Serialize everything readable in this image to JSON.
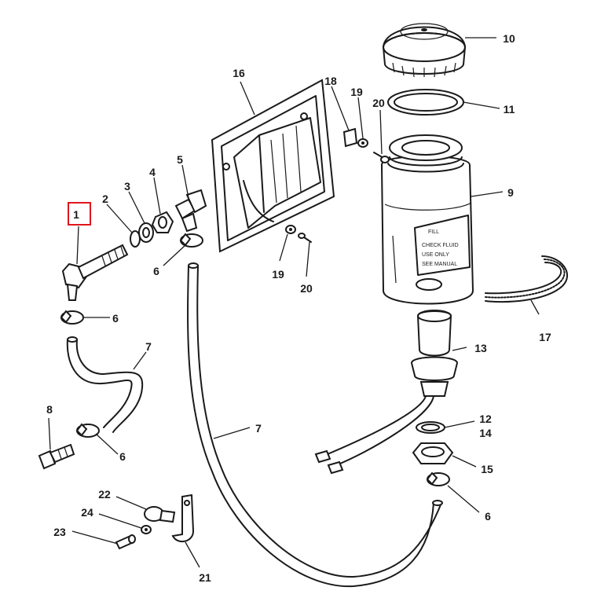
{
  "diagram": {
    "highlighted_callout": "1",
    "callouts": {
      "c1": "1",
      "c2": "2",
      "c3": "3",
      "c4": "4",
      "c5": "5",
      "c6a": "6",
      "c6b": "6",
      "c6c": "6",
      "c6d": "6",
      "c7a": "7",
      "c7b": "7",
      "c8": "8",
      "c9": "9",
      "c10": "10",
      "c11": "11",
      "c12": "12",
      "c13": "13",
      "c14": "14",
      "c15": "15",
      "c16": "16",
      "c17": "17",
      "c18": "18",
      "c19a": "19",
      "c19b": "19",
      "c20a": "20",
      "c20b": "20",
      "c21": "21",
      "c22": "22",
      "c23": "23",
      "c24": "24"
    },
    "bottle_label_text": [
      "FILL",
      "CHECK FLUID",
      "USE ONLY",
      "SEE MANUAL"
    ],
    "colors": {
      "line": "#1a1a1a",
      "highlight": "#e0141e",
      "background": "#ffffff"
    }
  }
}
